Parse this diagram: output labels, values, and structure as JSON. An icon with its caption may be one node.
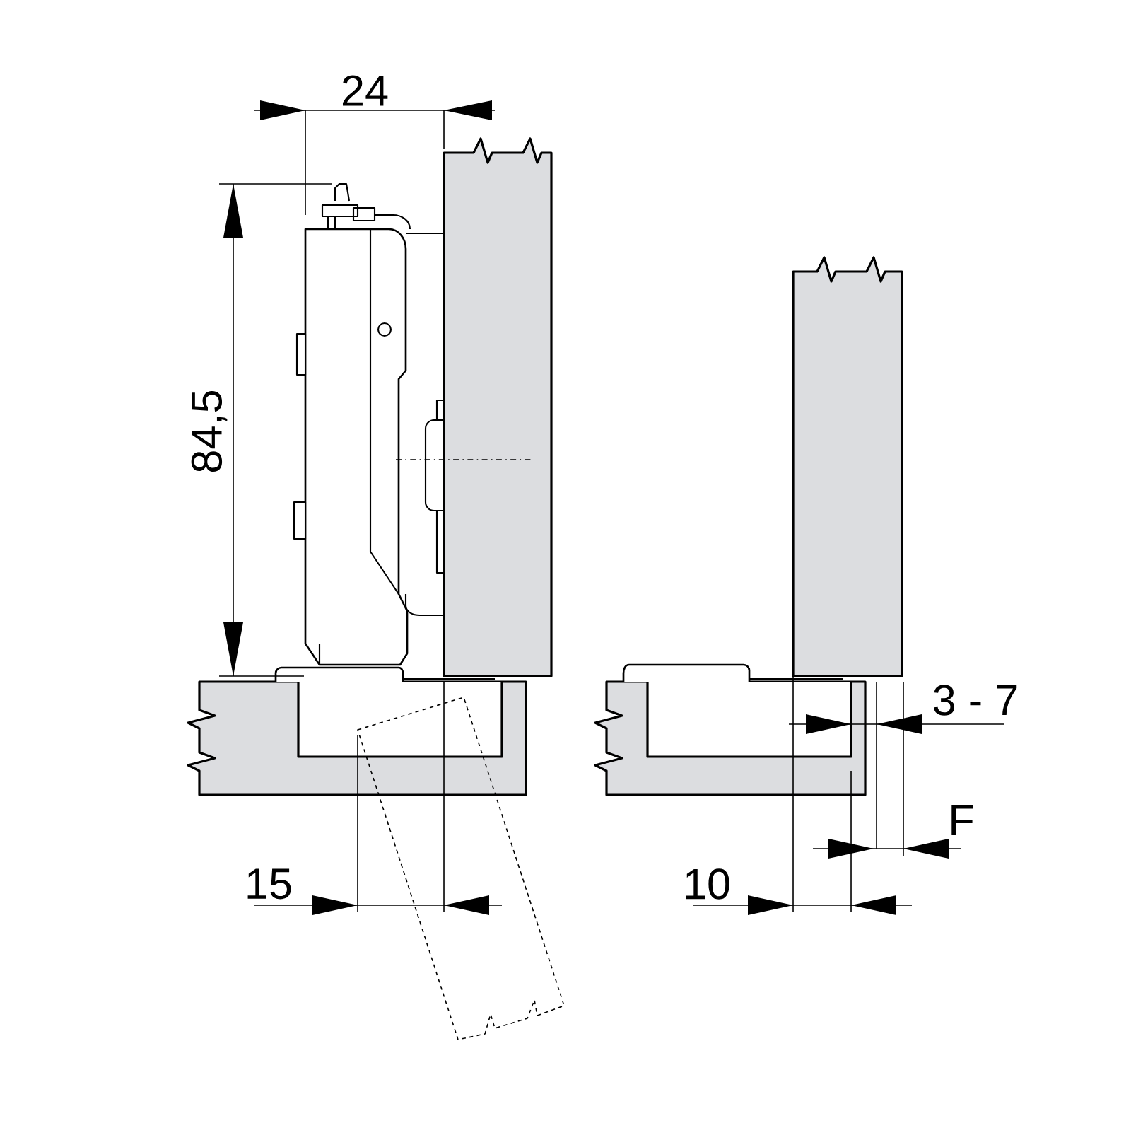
{
  "diagram": {
    "labels": [
      "24",
      "84,5",
      "3 - 7",
      "F",
      "15",
      "10"
    ]
  }
}
